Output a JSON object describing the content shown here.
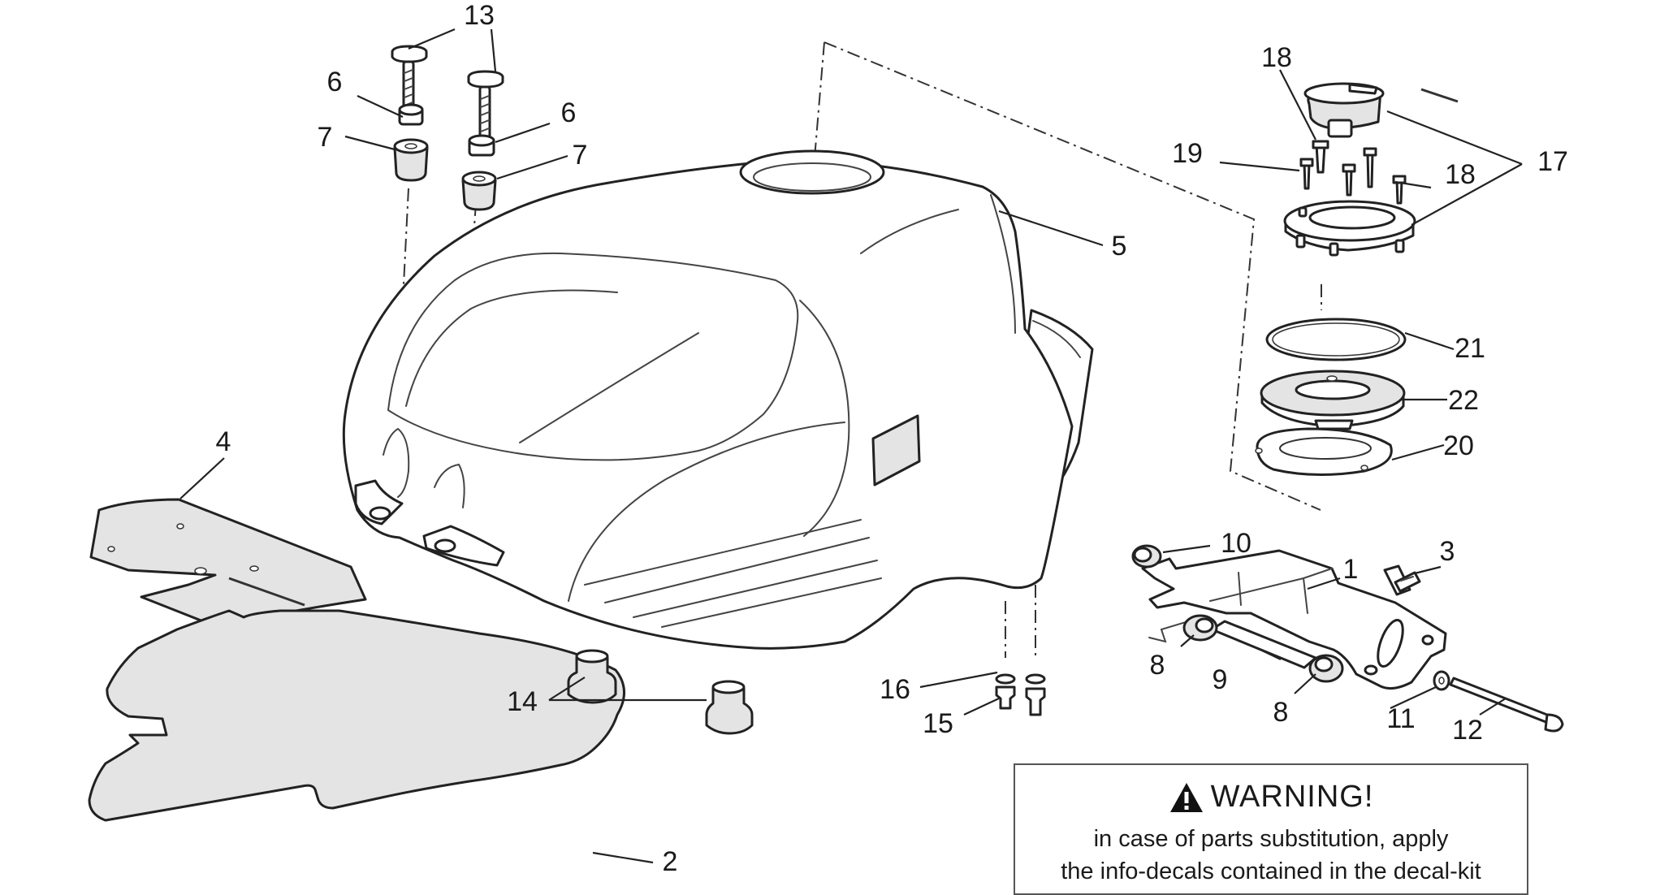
{
  "callouts": {
    "c1": "1",
    "c2": "2",
    "c3": "3",
    "c4": "4",
    "c5": "5",
    "c6a": "6",
    "c6b": "6",
    "c7a": "7",
    "c7b": "7",
    "c8a": "8",
    "c8b": "8",
    "c9": "9",
    "c10": "10",
    "c11": "11",
    "c12": "12",
    "c13": "13",
    "c14": "14",
    "c15": "15",
    "c16": "16",
    "c17": "17",
    "c18a": "18",
    "c18b": "18",
    "c19": "19",
    "c20": "20",
    "c21": "21",
    "c22": "22"
  },
  "warning": {
    "title": "WARNING!",
    "line1": "in case of parts substitution, apply",
    "line2": "the info-decals contained in the decal-kit",
    "icon": "warning-triangle-icon"
  }
}
